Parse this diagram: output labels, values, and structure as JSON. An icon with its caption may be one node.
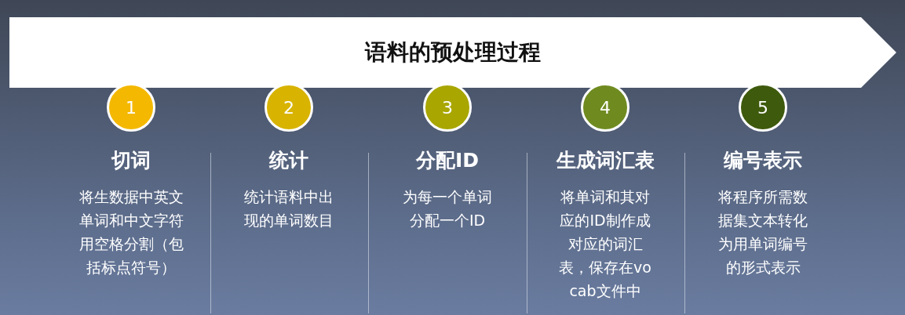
{
  "diagram": {
    "nodes": [
      {
        "text": [
          "语料的预处理过程"
        ]
      },
      {
        "text": [
          "1"
        ],
        "beside": [
          "切词",
          "将生数据中英文单词和中文字符用空格分割（包括标点符号）"
        ]
      },
      {
        "text": [
          "2"
        ],
        "beside": [
          "统计",
          "统计语料中出现的单词数目"
        ]
      },
      {
        "text": [
          "3"
        ],
        "beside": [
          "分配ID",
          "为每一个单词分配一个ID"
        ]
      },
      {
        "text": [
          "4"
        ],
        "beside": [
          "生成词汇表",
          "将单词和其对应的ID制作成对应的词汇表，保存在vocab文件中"
        ]
      },
      {
        "text": [
          "5"
        ],
        "beside": [
          "编号表示",
          "将程序所需数据集文本转化为用单词编号的形式表示"
        ]
      }
    ]
  }
}
